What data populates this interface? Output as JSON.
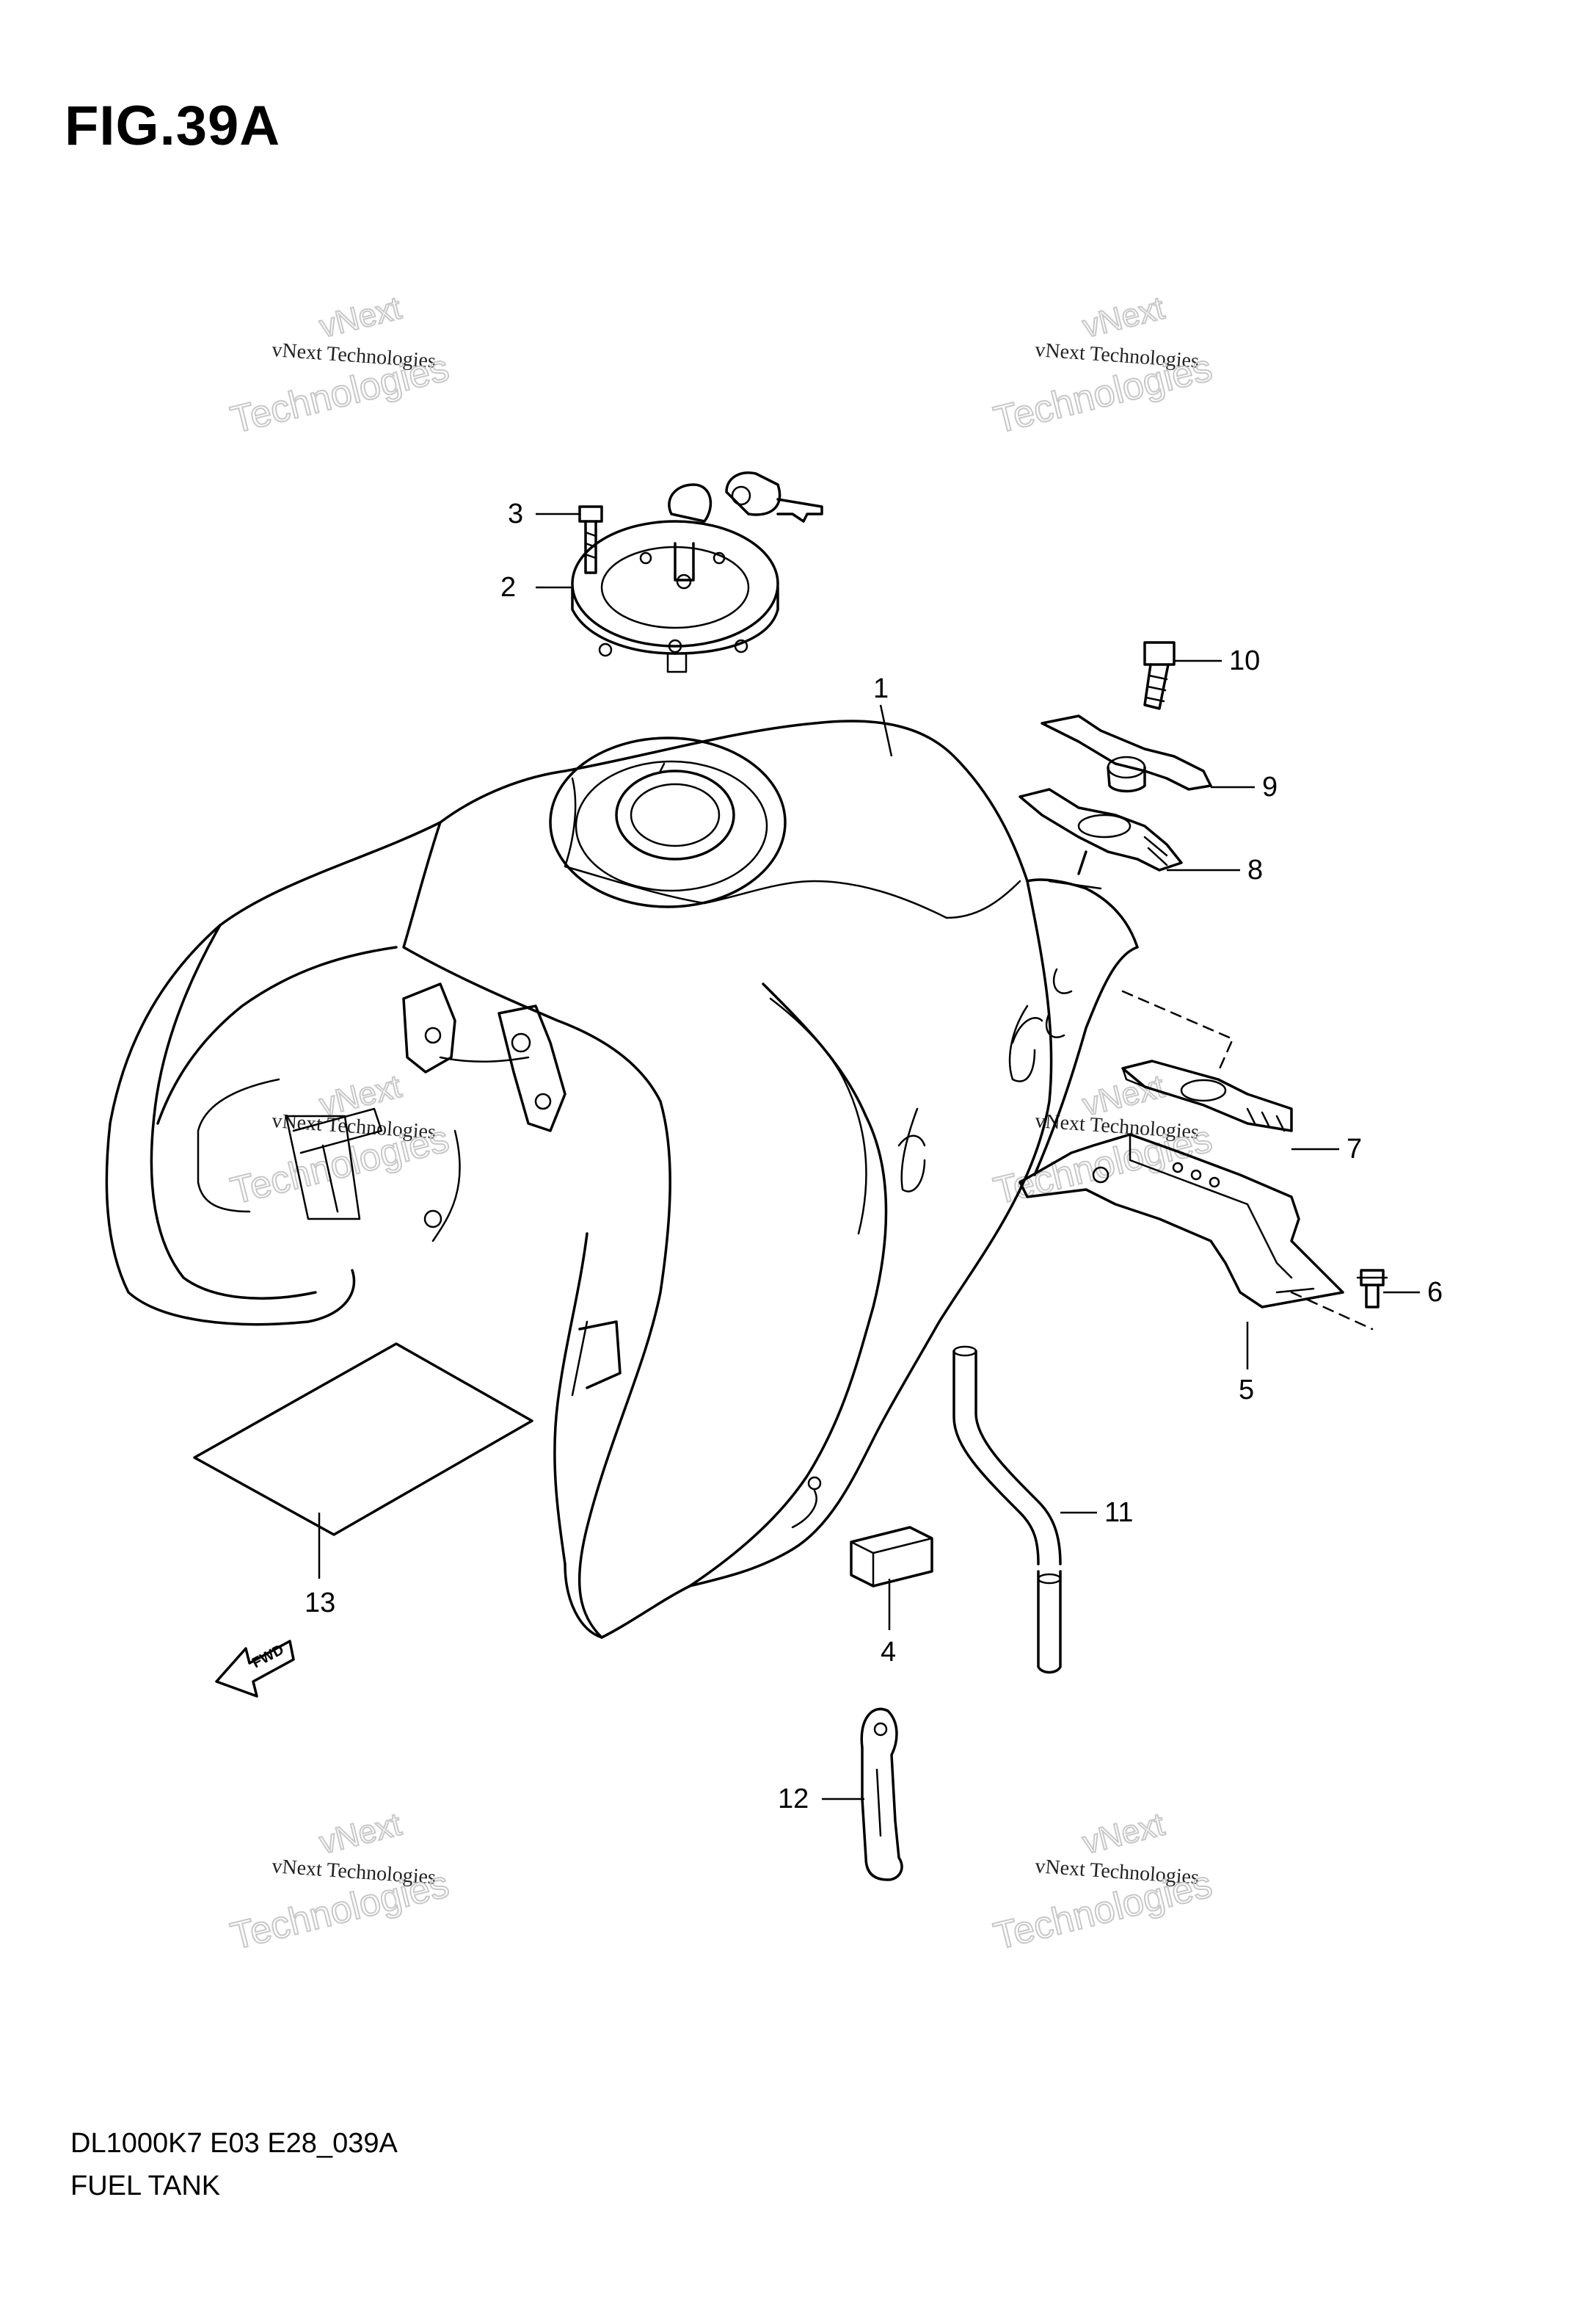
{
  "figure": {
    "title": "FIG.39A",
    "diagram_code": "DL1000K7 E03 E28_039A",
    "diagram_name": "FUEL TANK"
  },
  "arrow": {
    "label": "FWD"
  },
  "callouts": [
    {
      "id": "c1",
      "label": "1",
      "part": "fuel-tank-body"
    },
    {
      "id": "c2",
      "label": "2",
      "part": "fuel-cap-assembly"
    },
    {
      "id": "c3",
      "label": "3",
      "part": "cap-screw"
    },
    {
      "id": "c4",
      "label": "4",
      "part": "cushion-block"
    },
    {
      "id": "c5",
      "label": "5",
      "part": "tank-bracket"
    },
    {
      "id": "c6",
      "label": "6",
      "part": "bracket-bolt"
    },
    {
      "id": "c7",
      "label": "7",
      "part": "cushion-pad"
    },
    {
      "id": "c8",
      "label": "8",
      "part": "rear-plate"
    },
    {
      "id": "c9",
      "label": "9",
      "part": "rear-stay"
    },
    {
      "id": "c10",
      "label": "10",
      "part": "mounting-bolt"
    },
    {
      "id": "c11",
      "label": "11",
      "part": "breather-hose"
    },
    {
      "id": "c12",
      "label": "12",
      "part": "hose-clamp"
    },
    {
      "id": "c13",
      "label": "13",
      "part": "label-sheet"
    }
  ],
  "watermarks": [
    {
      "top": "vNext",
      "line": "vNext Technologies",
      "big": "Technologies"
    },
    {
      "top": "vNext",
      "line": "vNext Technologies",
      "big": "Technologies"
    },
    {
      "top": "vNext",
      "line": "vNext Technologies",
      "big": "Technologies"
    },
    {
      "top": "vNext",
      "line": "vNext Technologies",
      "big": "Technologies"
    },
    {
      "top": "vNext",
      "line": "vNext Technologies",
      "big": "Technologies"
    },
    {
      "top": "vNext",
      "line": "vNext Technologies",
      "big": "Technologies"
    }
  ],
  "colors": {
    "ink": "#000000",
    "watermark": "#c8c8c8",
    "background": "#ffffff"
  }
}
